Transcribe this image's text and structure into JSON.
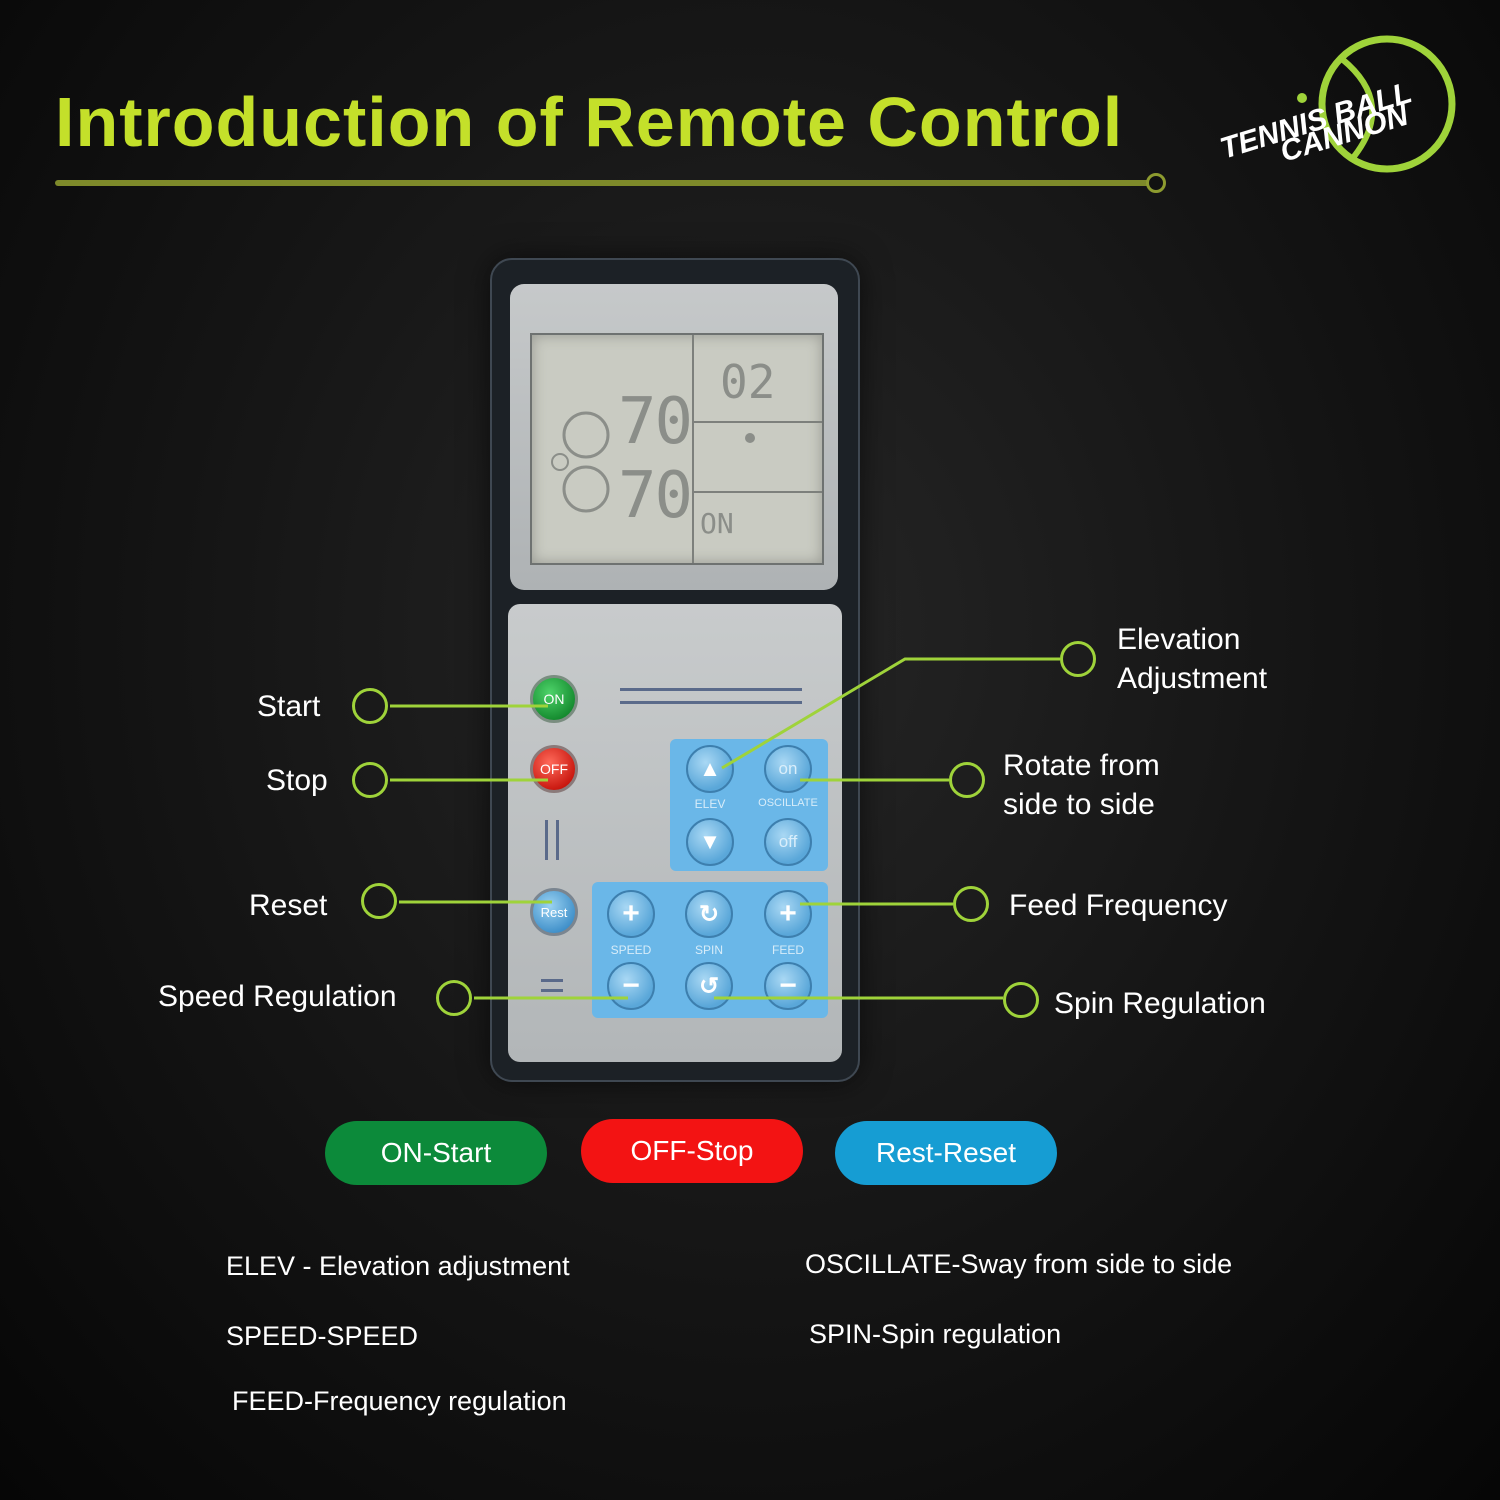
{
  "header": {
    "title": "Introduction of Remote Control",
    "logo_line1": "TENNIS BALL",
    "logo_line2": "CANNON"
  },
  "remote": {
    "lcd": {
      "top_value_1": "70",
      "top_value_2": "70",
      "count": "02",
      "status": "ON"
    },
    "keys": {
      "on": "ON",
      "off": "OFF",
      "reset": "Rest",
      "osc_on": "on",
      "osc_off": "off",
      "elev_label": "ELEV",
      "osc_label": "OSCILLATE",
      "speed_label": "SPEED",
      "spin_label": "SPIN",
      "feed_label": "FEED",
      "plus": "+",
      "minus": "−"
    }
  },
  "callouts": {
    "start": "Start",
    "stop": "Stop",
    "reset": "Reset",
    "speed": "Speed Regulation",
    "elevation_1": "Elevation",
    "elevation_2": "Adjustment",
    "rotate_1": "Rotate from",
    "rotate_2": "side to side",
    "feed": "Feed Frequency",
    "spin": "Spin Regulation"
  },
  "pills": {
    "on": "ON-Start",
    "off": "OFF-Stop",
    "rest": "Rest-Reset"
  },
  "legend": {
    "elev": "ELEV - Elevation adjustment",
    "speed": "SPEED-SPEED",
    "feed": "FEED-Frequency regulation",
    "oscillate": "OSCILLATE-Sway from side to side",
    "spin": "SPIN-Spin regulation"
  },
  "colors": {
    "accent_green": "#c4e02a",
    "callout_green": "#9fd33a",
    "on_green": "#0c8a3a",
    "off_red": "#f31313",
    "reset_blue": "#169dd3"
  }
}
